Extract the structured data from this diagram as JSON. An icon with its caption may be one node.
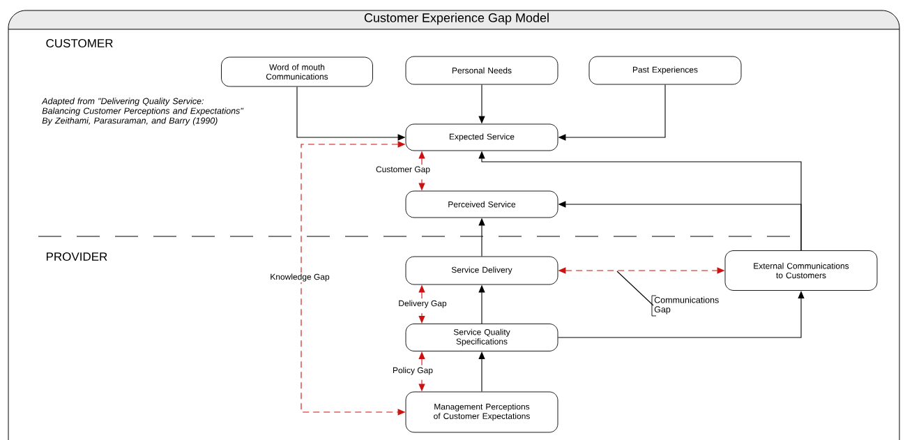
{
  "diagram": {
    "title": "Customer Experience Gap Model",
    "nodes": [
      {
        "text": [
          "Word of mouth Communications"
        ]
      },
      {
        "text": [
          "Personal Needs"
        ]
      },
      {
        "text": [
          "Past Experiences"
        ]
      },
      {
        "text": [
          "Expected Service"
        ]
      },
      {
        "text": [
          "Perceived Service"
        ]
      },
      {
        "text": [
          "Service Delivery"
        ]
      },
      {
        "text": [
          "External Communications to Customers"
        ]
      },
      {
        "text": [
          "Service Quality Specifications"
        ]
      },
      {
        "text": [
          "Management Perceptions of Customer Expectations"
        ]
      },
      {
        "text": [
          "Communications Gap"
        ]
      }
    ],
    "edges": [
      {
        "from": 0,
        "to": 3,
        "arrow": "to"
      },
      {
        "from": 1,
        "to": 3,
        "arrow": "to"
      },
      {
        "from": 2,
        "to": 3,
        "arrow": "to"
      },
      {
        "from": 6,
        "to": 3,
        "arrow": "to"
      },
      {
        "from": 6,
        "to": 4,
        "arrow": "to"
      },
      {
        "from": 5,
        "to": 4,
        "arrow": "to"
      },
      {
        "from": 7,
        "to": 5,
        "arrow": "to"
      },
      {
        "from": 8,
        "to": 7,
        "arrow": "to"
      },
      {
        "from": 7,
        "to": 6,
        "arrow": "to"
      },
      {
        "from": 3,
        "to": 4,
        "arrow": "both",
        "label": "Customer Gap",
        "style": "dashed",
        "color": "#cc1111"
      },
      {
        "from": 5,
        "to": 7,
        "arrow": "both",
        "label": "Delivery Gap",
        "style": "dashed",
        "color": "#cc1111"
      },
      {
        "from": 7,
        "to": 8,
        "arrow": "both",
        "label": "Policy Gap",
        "style": "dashed",
        "color": "#cc1111"
      },
      {
        "from": 3,
        "to": 8,
        "arrow": "both",
        "label": "Knowledge Gap",
        "style": "dashed",
        "color": "#cc1111"
      },
      {
        "from": 5,
        "to": 6,
        "arrow": "both",
        "style": "dashed",
        "color": "#cc1111"
      },
      {
        "from": 9,
        "to": null,
        "arrow": "none"
      }
    ],
    "labels": [
      "CUSTOMER",
      "Adapted from \"Delivering Quality Service: Balancing Customer Perceptions and Expectations\" By Zeithami, Parasuraman, and Barry (1990)",
      "PROVIDER"
    ]
  }
}
